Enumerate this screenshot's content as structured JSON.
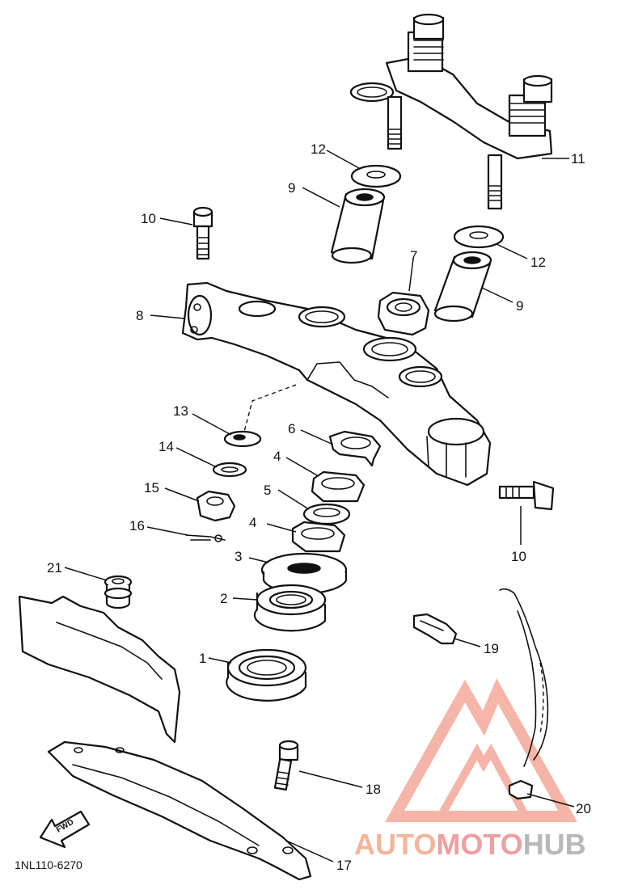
{
  "diagram": {
    "callouts": {
      "c1": "1",
      "c2": "2",
      "c3": "3",
      "c4a": "4",
      "c4b": "4",
      "c5": "5",
      "c6": "6",
      "c7": "7",
      "c8": "8",
      "c9a": "9",
      "c9b": "9",
      "c10a": "10",
      "c10b": "10",
      "c11": "11",
      "c12a": "12",
      "c12b": "12",
      "c13": "13",
      "c14": "14",
      "c15": "15",
      "c16": "16",
      "c17": "17",
      "c18": "18",
      "c19": "19",
      "c20": "20",
      "c21": "21"
    },
    "fwd_label": "FWD",
    "figure_code": "1NL110-6270"
  },
  "watermark": {
    "part1": "AUTO",
    "part2": "MOTO",
    "part3": "HUB",
    "color_primary": "#f4b8a6",
    "color_secondary": "#e8b4b4",
    "color_dark": "#bcbcbc"
  }
}
